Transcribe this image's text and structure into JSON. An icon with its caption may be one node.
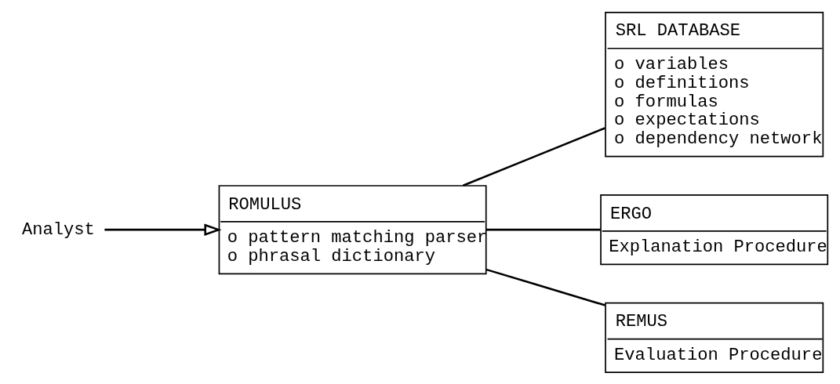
{
  "diagram": {
    "nodes": [
      {
        "text": [
          "Analyst"
        ]
      },
      {
        "text": [
          "ROMULUS",
          "o pattern matching parser",
          "o phrasal dictionary"
        ]
      },
      {
        "text": [
          "SRL DATABASE",
          "o variables",
          "o definitions",
          "o formulas",
          "o expectations",
          "o dependency network"
        ]
      },
      {
        "text": [
          "ERGO",
          "Explanation Procedure"
        ]
      },
      {
        "text": [
          "REMUS",
          "Evaluation Procedure"
        ]
      }
    ],
    "edges": [
      {
        "from": 0,
        "to": 1,
        "arrow": "to"
      },
      {
        "from": 1,
        "to": 2,
        "arrow": "none"
      },
      {
        "from": 1,
        "to": 3,
        "arrow": "none"
      },
      {
        "from": 1,
        "to": 4,
        "arrow": "none"
      }
    ]
  }
}
